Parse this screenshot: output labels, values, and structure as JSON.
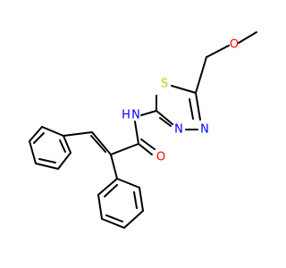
{
  "molecule": {
    "colors": {
      "bond": "#000000",
      "carbon": "#000000",
      "oxygen": "#ff0000",
      "nitrogen": "#0000ff",
      "sulfur": "#cccc00"
    },
    "atom_labels": {
      "methoxy_oxygen": "O",
      "ring_sulfur": "S",
      "ring_nitrogen_3": "N",
      "ring_nitrogen_4": "N",
      "amide_nitrogen": "N",
      "amide_hydrogen": "H",
      "carbonyl_oxygen": "O"
    }
  }
}
